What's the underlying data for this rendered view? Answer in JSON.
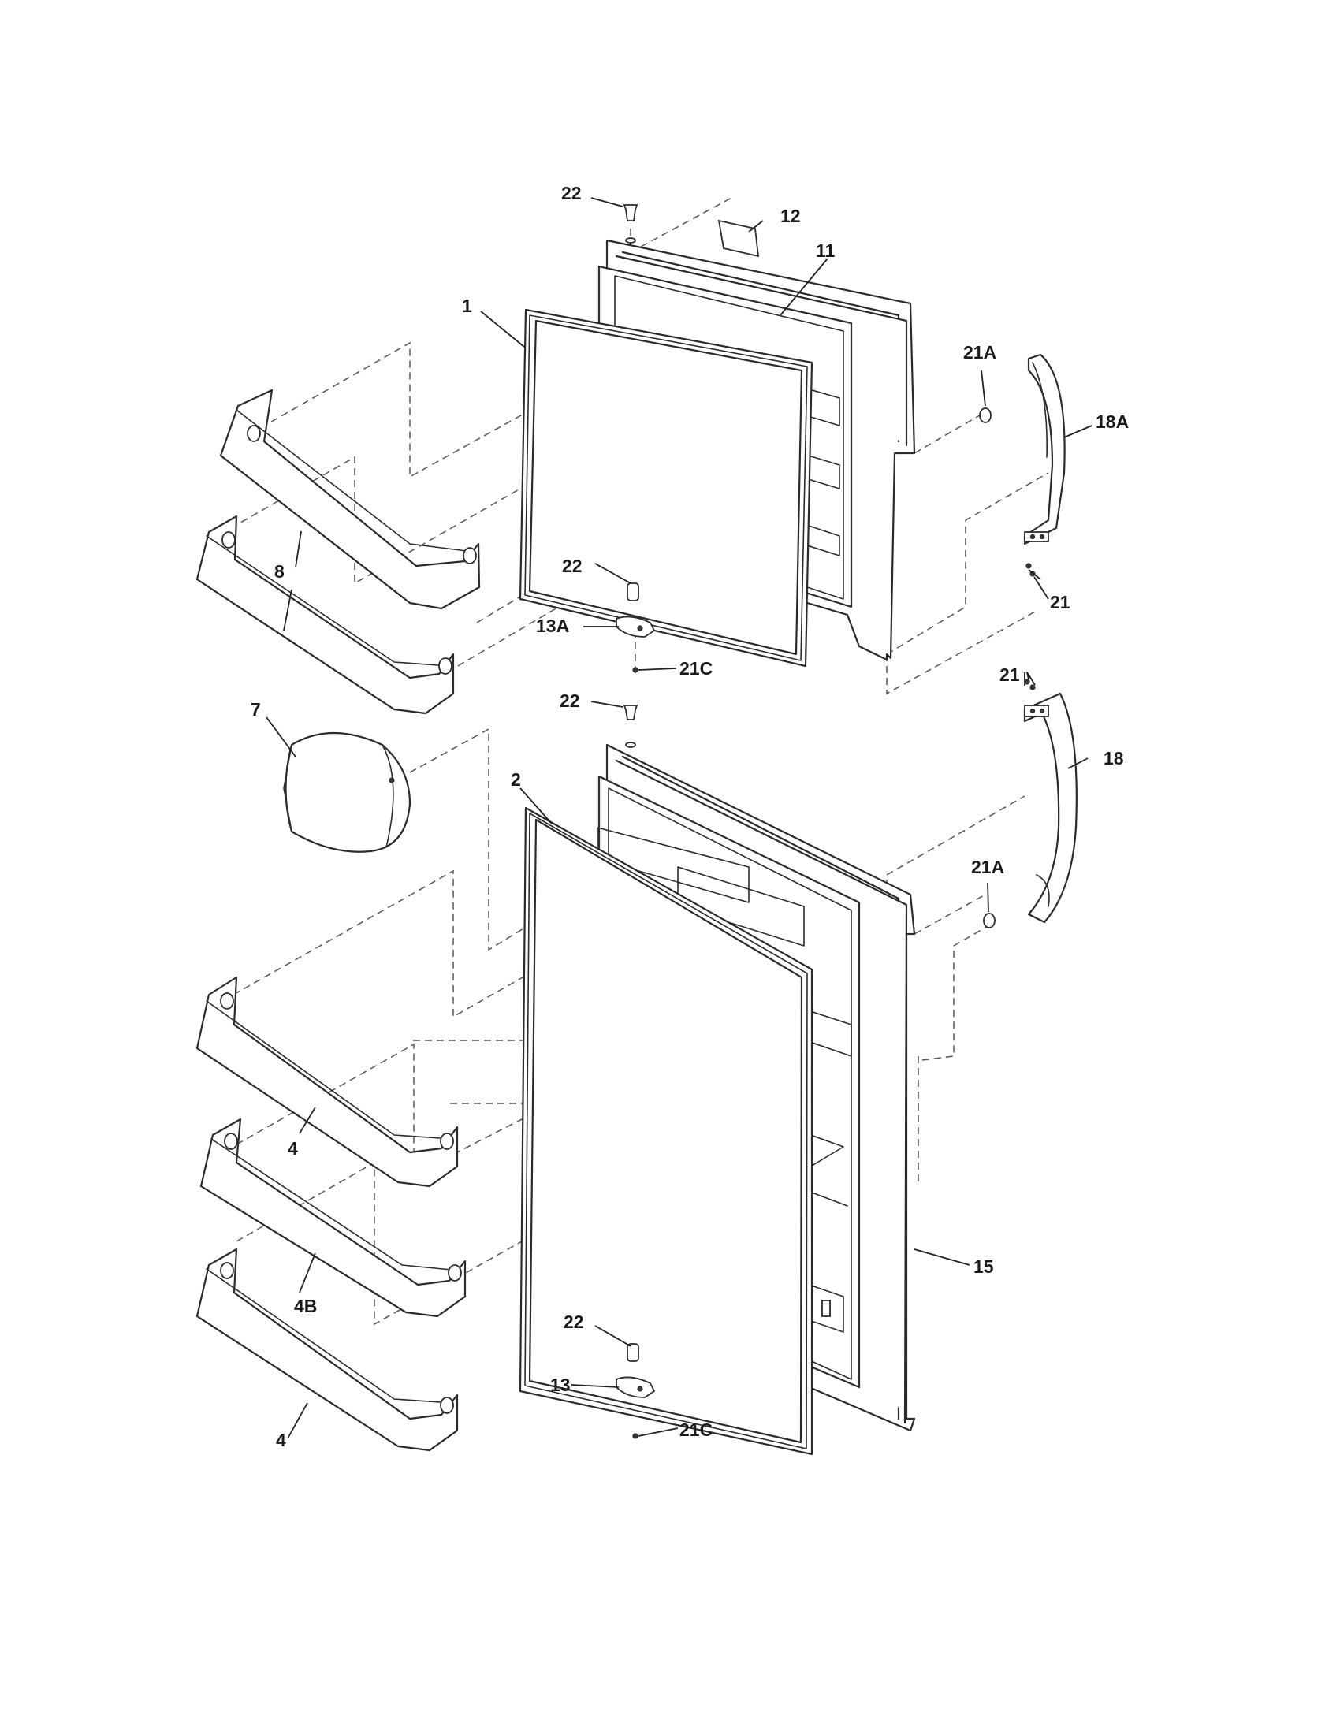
{
  "callouts": {
    "c1": "1",
    "c2": "2",
    "c4a": "4",
    "c4b": "4",
    "c4B": "4B",
    "c7": "7",
    "c8": "8",
    "c11": "11",
    "c12": "12",
    "c13": "13",
    "c13A": "13A",
    "c15": "15",
    "c18": "18",
    "c18A": "18A",
    "c21a": "21",
    "c21b": "21",
    "c21A_a": "21A",
    "c21A_b": "21A",
    "c21C_a": "21C",
    "c21C_b": "21C",
    "c22a": "22",
    "c22b": "22",
    "c22c": "22",
    "c22d": "22"
  }
}
